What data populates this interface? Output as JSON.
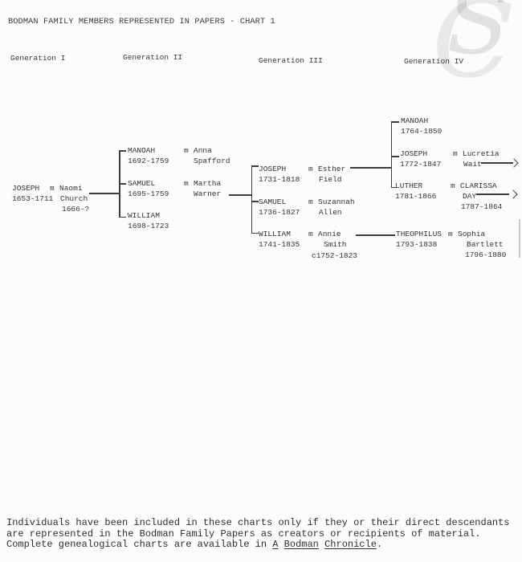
{
  "page": {
    "title": "BODMAN FAMILY MEMBERS REPRESENTED IN PAPERS - CHART 1",
    "watermark": {
      "s": "S",
      "c": "C"
    }
  },
  "headers": {
    "gen1": "Generation I",
    "gen2": "Generation II",
    "gen3": "Generation III",
    "gen4": "Generation IV"
  },
  "tree": {
    "m": "m",
    "gen1": [
      {
        "name": "JOSEPH",
        "dates": "1653-1711",
        "spouse": {
          "line1": "Naomi",
          "line2": "Church",
          "dates": "1666-?"
        }
      }
    ],
    "gen2": [
      {
        "name": "MANOAH",
        "dates": "1692-1759",
        "spouse": {
          "line1": "Anna",
          "line2": "Spafford"
        }
      },
      {
        "name": "SAMUEL",
        "dates": "1695-1759",
        "spouse": {
          "line1": "Martha",
          "line2": "Warner"
        }
      },
      {
        "name": "WILLIAM",
        "dates": "1698-1723"
      }
    ],
    "gen3": [
      {
        "name": "JOSEPH",
        "dates": "1731-1818",
        "spouse": {
          "line1": "Esther",
          "line2": "Field"
        }
      },
      {
        "name": "SAMUEL",
        "dates": "1736-1827",
        "spouse": {
          "line1": "Suzannah",
          "line2": "Allen"
        }
      },
      {
        "name": "WILLIAM",
        "dates": "1741-1835",
        "spouse": {
          "line1": "Annie",
          "line2": "Smith",
          "dates": "c1752-1823"
        }
      }
    ],
    "gen4": [
      {
        "name": "MANOAH",
        "dates": "1764-1850"
      },
      {
        "name": "JOSEPH",
        "dates": "1772-1847",
        "spouse": {
          "line1": "Lucretia",
          "line2": "Wait"
        }
      },
      {
        "name": "LUTHER",
        "dates": "1781-1866",
        "spouse": {
          "line1": "CLARISSA",
          "line2": "DAY",
          "dates": "1787-1864"
        }
      },
      {
        "name": "THEOPHILUS",
        "dates": "1793-1838",
        "spouse": {
          "line1": "Sophia",
          "line2": "Bartlett",
          "dates": "1796-1880"
        }
      }
    ]
  },
  "footer": {
    "line1": "Individuals have been included in these charts only if they or their direct descendants",
    "line2": "are represented in the Bodman Family Papers as creators or recipients of material.",
    "line3_prefix": "Complete genealogical charts are available in ",
    "book_words": [
      "A",
      "Bodman",
      "Chronicle"
    ],
    "line3_period": "."
  }
}
